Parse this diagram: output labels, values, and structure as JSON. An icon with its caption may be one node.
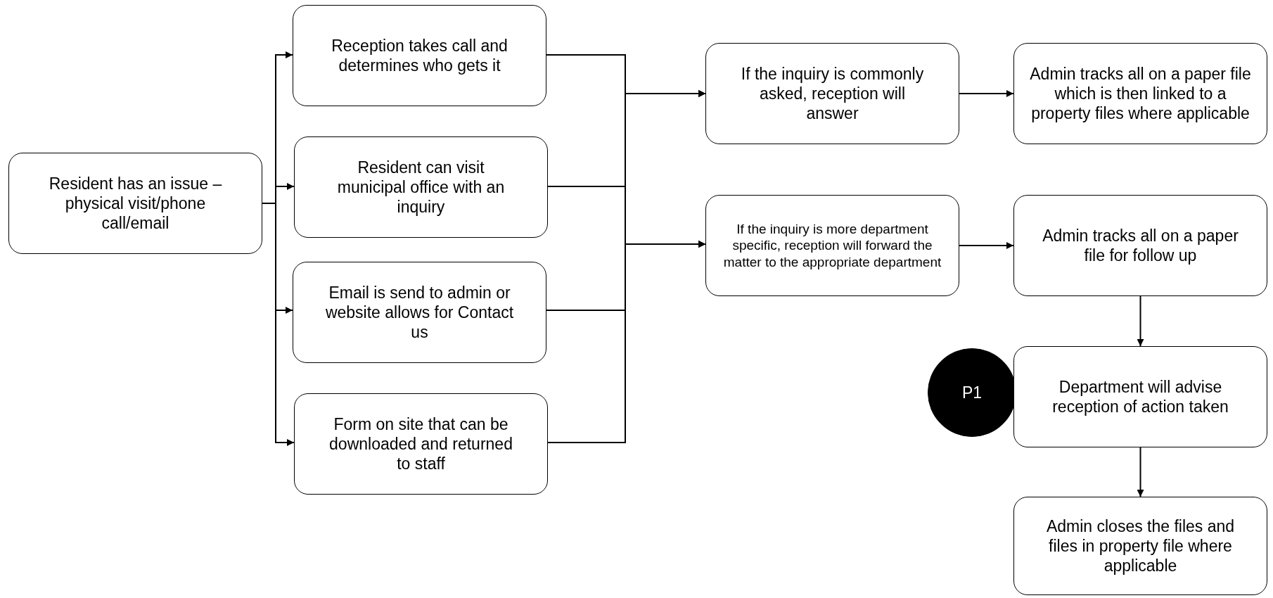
{
  "diagram": {
    "nodes": [
      {
        "text": [
          "Resident has an issue – physical visit/phone call/email"
        ]
      },
      {
        "text": [
          "Reception takes call and determines who gets it"
        ]
      },
      {
        "text": [
          "Resident can visit municipal office with an inquiry"
        ]
      },
      {
        "text": [
          "Email is send to admin or website allows for Contact us"
        ]
      },
      {
        "text": [
          "Form on site that can be downloaded and returned to staff"
        ]
      },
      {
        "text": [
          "If the inquiry is commonly asked, reception will answer"
        ]
      },
      {
        "text": [
          "Admin tracks all on a paper file which is then linked to a property files where applicable"
        ]
      },
      {
        "text": [
          "If the inquiry is more department specific, reception will forward the matter to the appropriate department"
        ]
      },
      {
        "text": [
          "Admin tracks all on a paper file for follow up"
        ]
      },
      {
        "text": [
          "P1"
        ]
      },
      {
        "text": [
          "Department will advise reception of action taken"
        ]
      },
      {
        "text": [
          "Admin closes the files and files in property file where applicable"
        ]
      }
    ],
    "edges": [
      {
        "from": 0,
        "to": 1,
        "arrow": "to"
      },
      {
        "from": 0,
        "to": 2,
        "arrow": "to"
      },
      {
        "from": 0,
        "to": 3,
        "arrow": "to"
      },
      {
        "from": 0,
        "to": 4,
        "arrow": "to"
      },
      {
        "from": 1,
        "to": 5,
        "arrow": "to"
      },
      {
        "from": 2,
        "to": 5,
        "arrow": "to"
      },
      {
        "from": 3,
        "to": 5,
        "arrow": "to"
      },
      {
        "from": 4,
        "to": 5,
        "arrow": "to"
      },
      {
        "from": 1,
        "to": 7,
        "arrow": "to"
      },
      {
        "from": 2,
        "to": 7,
        "arrow": "to"
      },
      {
        "from": 3,
        "to": 7,
        "arrow": "to"
      },
      {
        "from": 4,
        "to": 7,
        "arrow": "to"
      },
      {
        "from": 5,
        "to": 6,
        "arrow": "to"
      },
      {
        "from": 7,
        "to": 8,
        "arrow": "to"
      },
      {
        "from": 8,
        "to": 10,
        "arrow": "to"
      },
      {
        "from": 10,
        "to": 11,
        "arrow": "to"
      }
    ]
  }
}
